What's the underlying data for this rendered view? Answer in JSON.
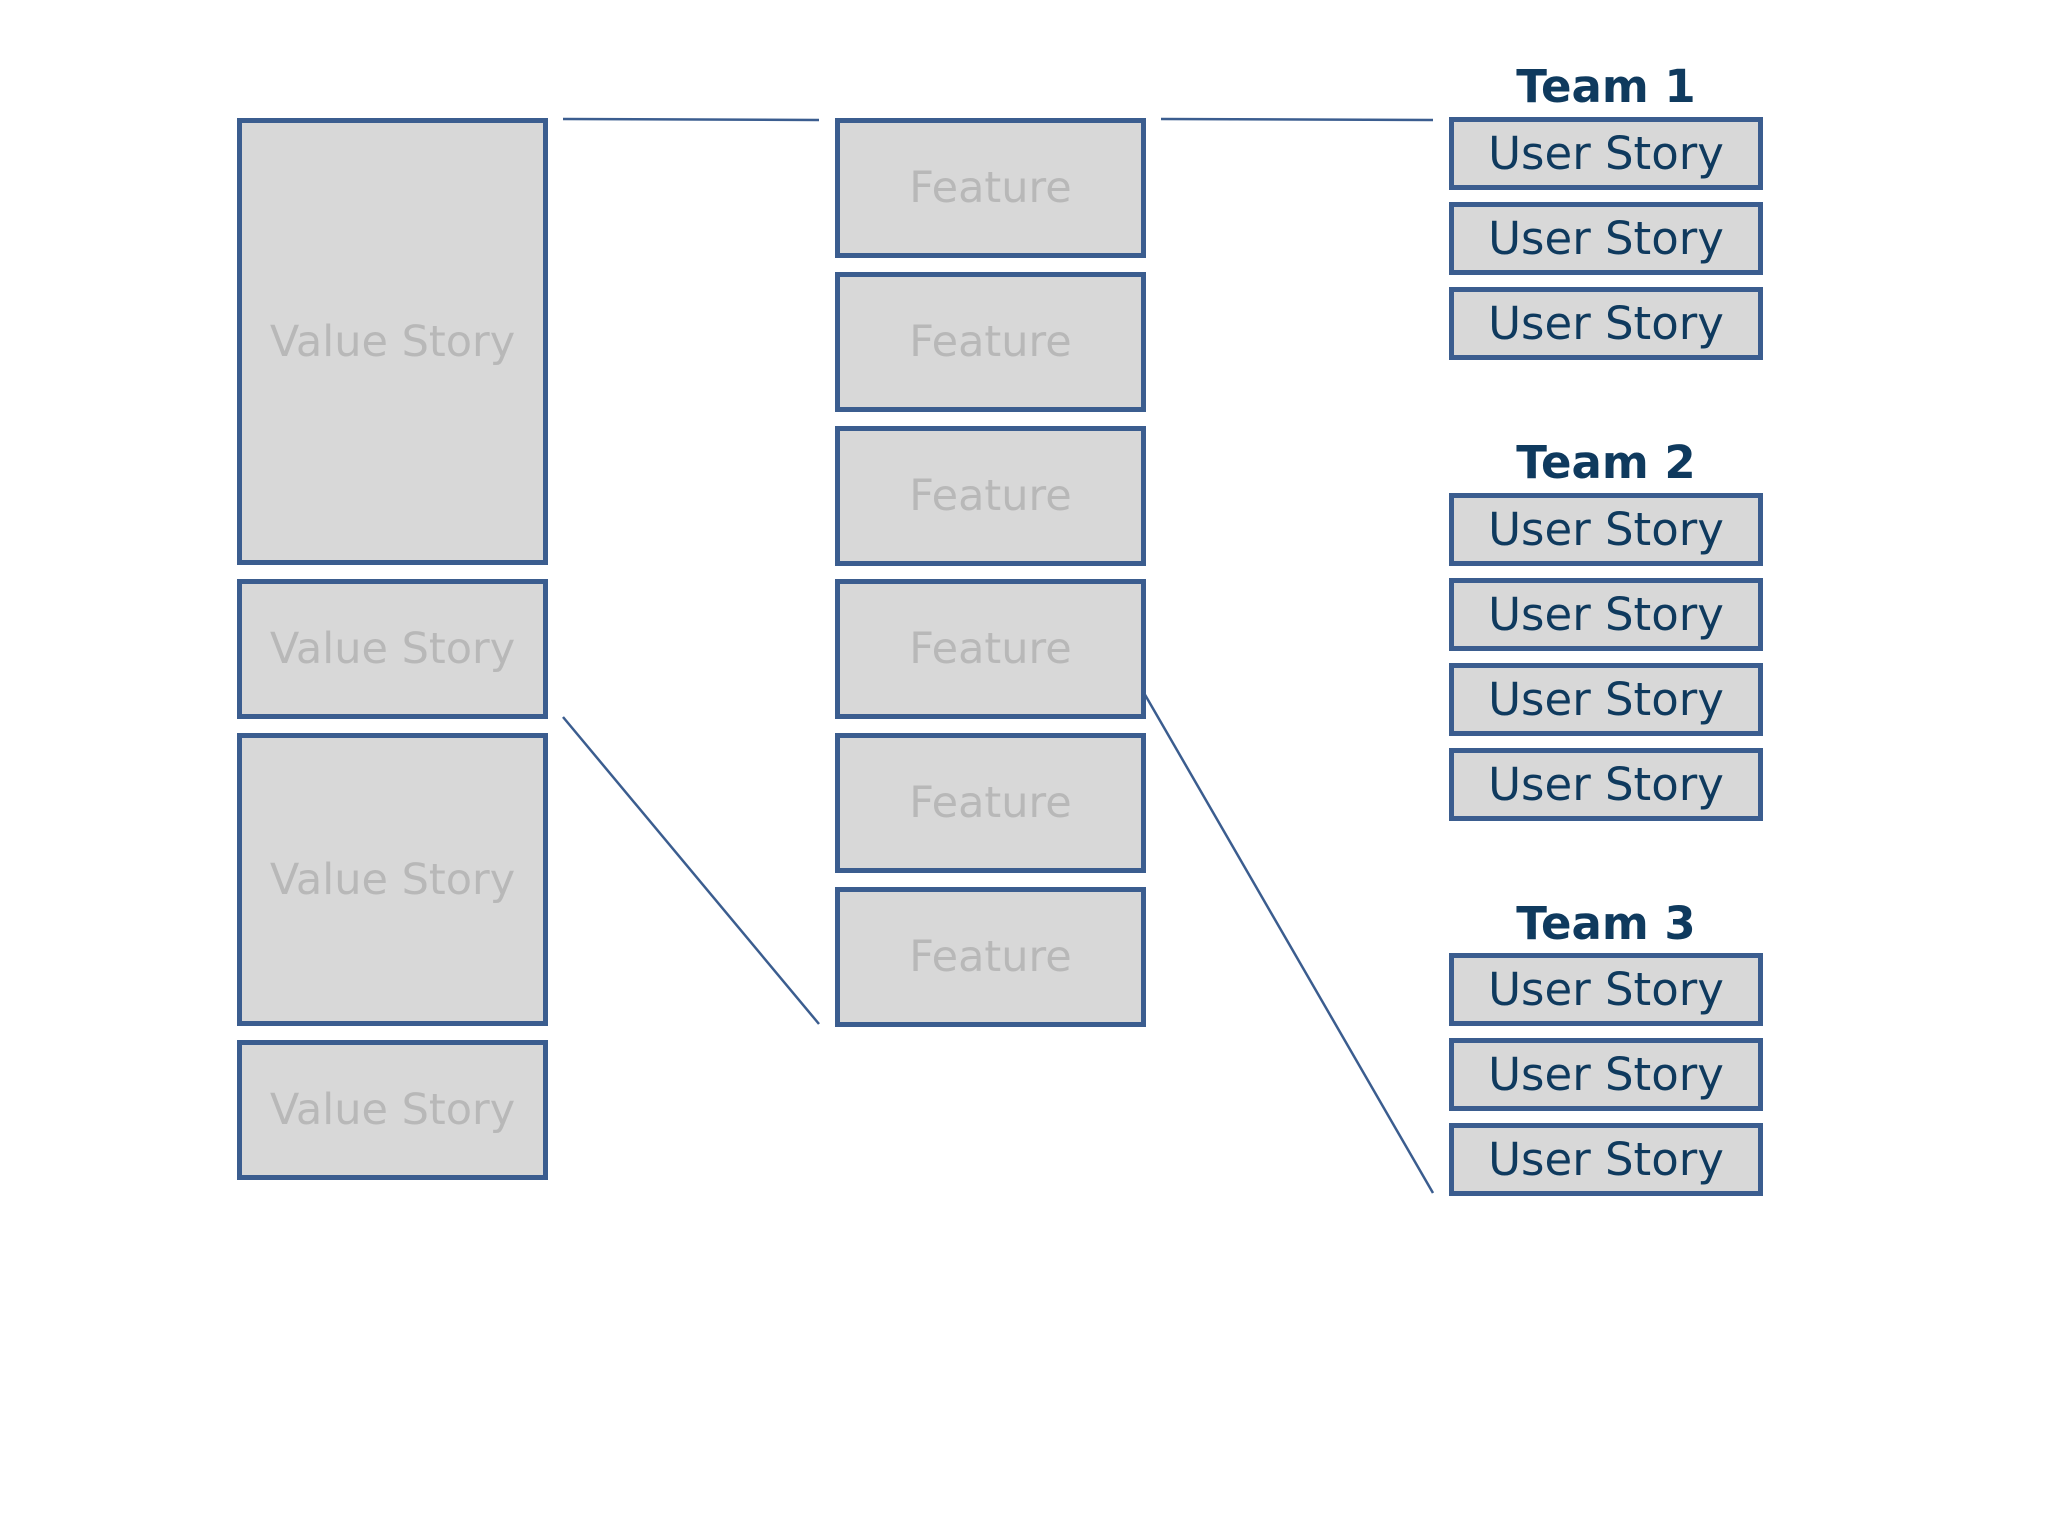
{
  "colors": {
    "box_fill": "#d8d8d8",
    "box_border": "#3b5d8f",
    "muted_text": "#b8b8b8",
    "dark_text": "#0f3a5e",
    "connector": "#3b5d8f"
  },
  "value_stories": [
    {
      "label": "Value Story"
    },
    {
      "label": "Value Story"
    },
    {
      "label": "Value Story"
    },
    {
      "label": "Value Story"
    }
  ],
  "features": [
    {
      "label": "Feature"
    },
    {
      "label": "Feature"
    },
    {
      "label": "Feature"
    },
    {
      "label": "Feature"
    },
    {
      "label": "Feature"
    },
    {
      "label": "Feature"
    }
  ],
  "teams": [
    {
      "name": "Team 1",
      "stories": [
        "User Story",
        "User Story",
        "User Story"
      ]
    },
    {
      "name": "Team 2",
      "stories": [
        "User Story",
        "User Story",
        "User Story",
        "User Story"
      ]
    },
    {
      "name": "Team 3",
      "stories": [
        "User Story",
        "User Story",
        "User Story"
      ]
    }
  ]
}
